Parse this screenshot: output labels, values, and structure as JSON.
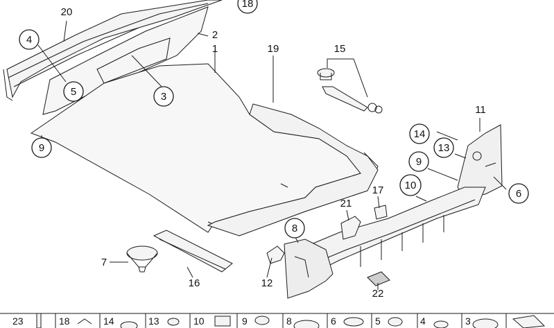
{
  "callouts": {
    "c1": "1",
    "c2": "2",
    "c3": "3",
    "c4": "4",
    "c5": "5",
    "c6": "6",
    "c7": "7",
    "c8": "8",
    "c9a": "9",
    "c9b": "9",
    "c10": "10",
    "c11": "11",
    "c12": "12",
    "c13": "13",
    "c14": "14",
    "c15": "15",
    "c16": "16",
    "c17": "17",
    "c18": "18",
    "c19": "19",
    "c20": "20",
    "c21": "21",
    "c22": "22"
  },
  "strip": {
    "s23": "23",
    "s18": "18",
    "s14": "14",
    "s13": "13",
    "s10": "10",
    "s9": "9",
    "s8": "8",
    "s6": "6",
    "s5": "5",
    "s4": "4",
    "s3": "3"
  },
  "colors": {
    "line": "#1a1a1a",
    "part_fill": "#f4f4f4",
    "shade": "#cfcfcf"
  }
}
